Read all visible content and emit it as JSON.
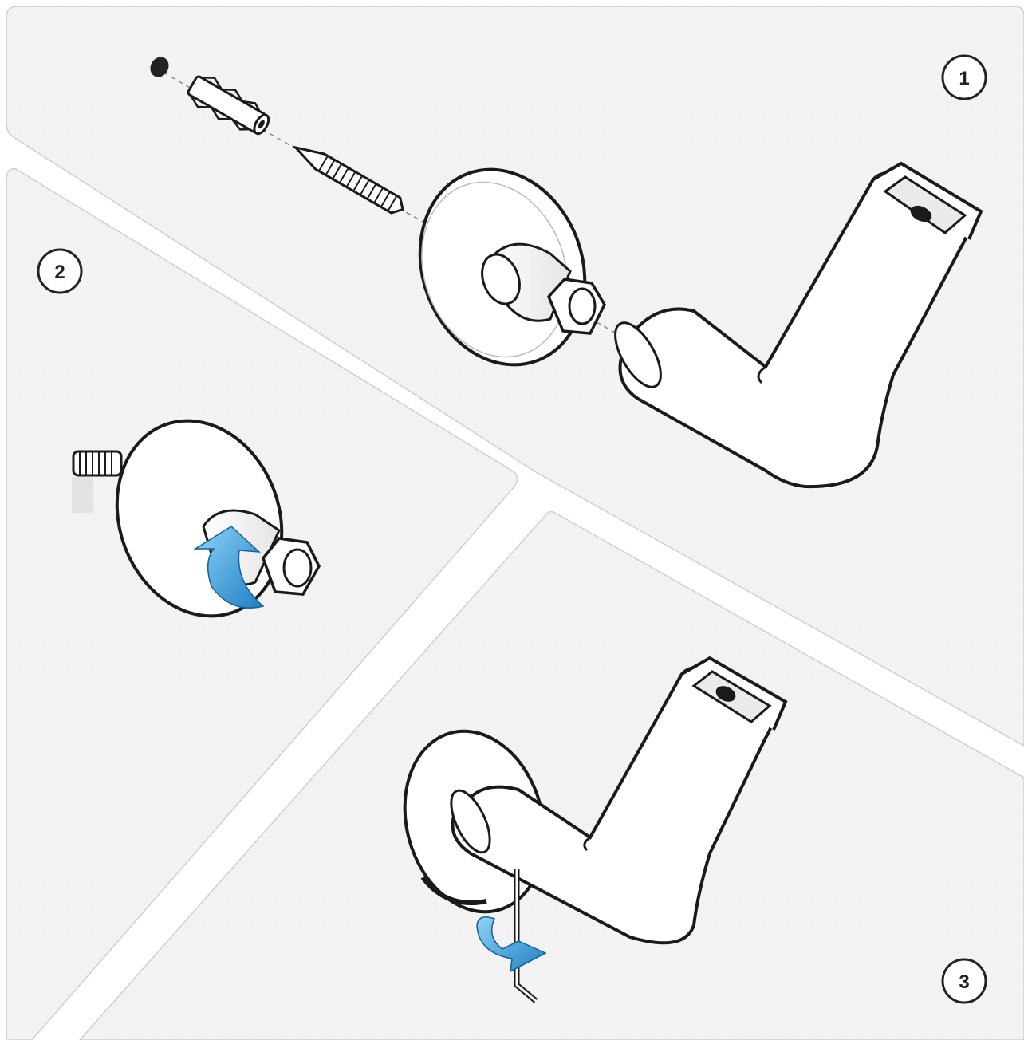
{
  "steps": [
    {
      "number": "1"
    },
    {
      "number": "2"
    },
    {
      "number": "3"
    }
  ],
  "colors": {
    "panel": "#f3f3f3",
    "gutter": "#ffffff",
    "outline": "#1a1a1a",
    "part_fill": "#ffffff",
    "arrow_light": "#7cc8f2",
    "arrow_dark": "#1f86c8"
  },
  "icons": {
    "rotate_arrow": "curved-rotation-arrow-icon",
    "hex_key": "allen-key-icon"
  }
}
